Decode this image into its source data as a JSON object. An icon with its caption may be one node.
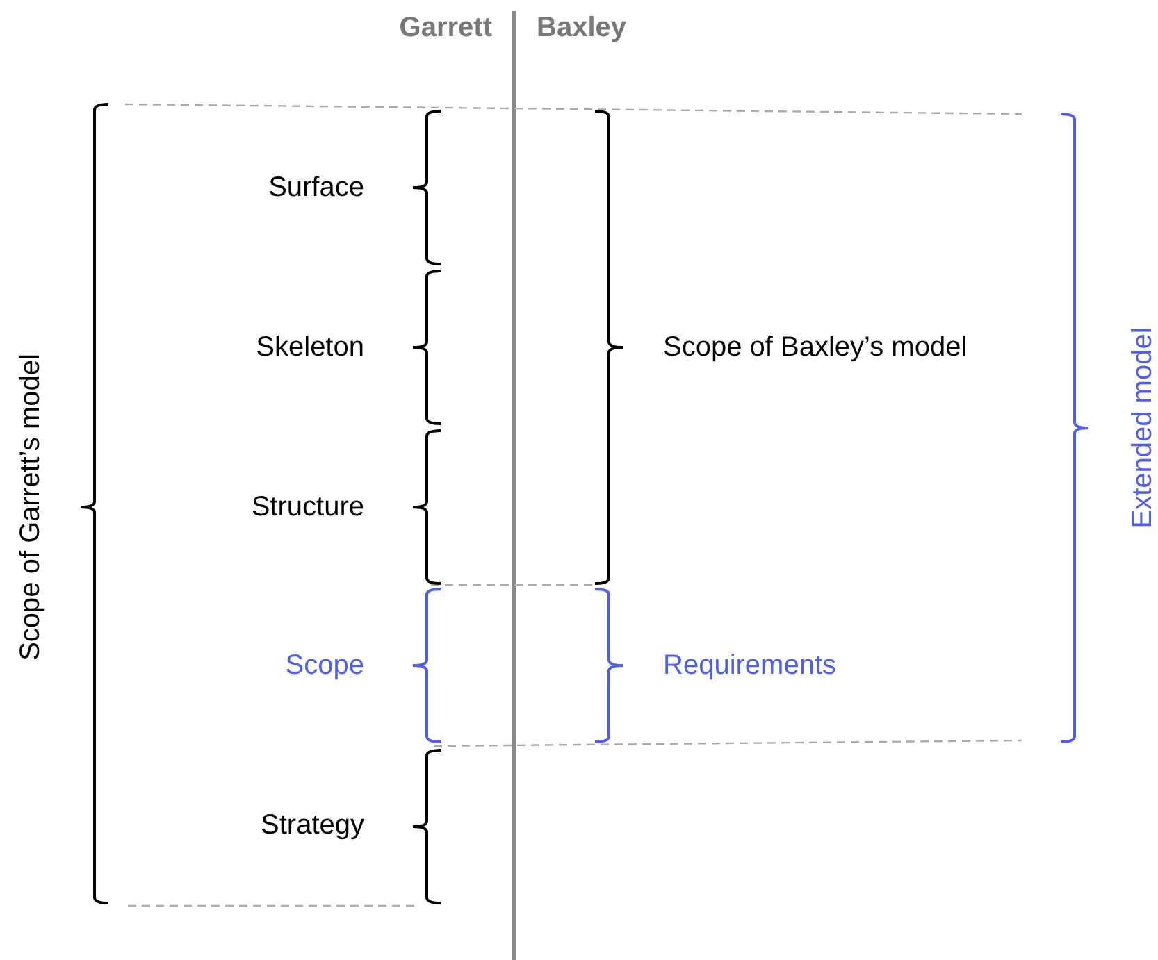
{
  "diagram": {
    "labels": [
      "Garrett",
      "Baxley",
      "Scope of Garrett’s model",
      "Surface",
      "Skeleton",
      "Structure",
      "Scope",
      "Strategy",
      "Scope of Baxley’s model",
      "Requirements",
      "Extended model"
    ]
  }
}
